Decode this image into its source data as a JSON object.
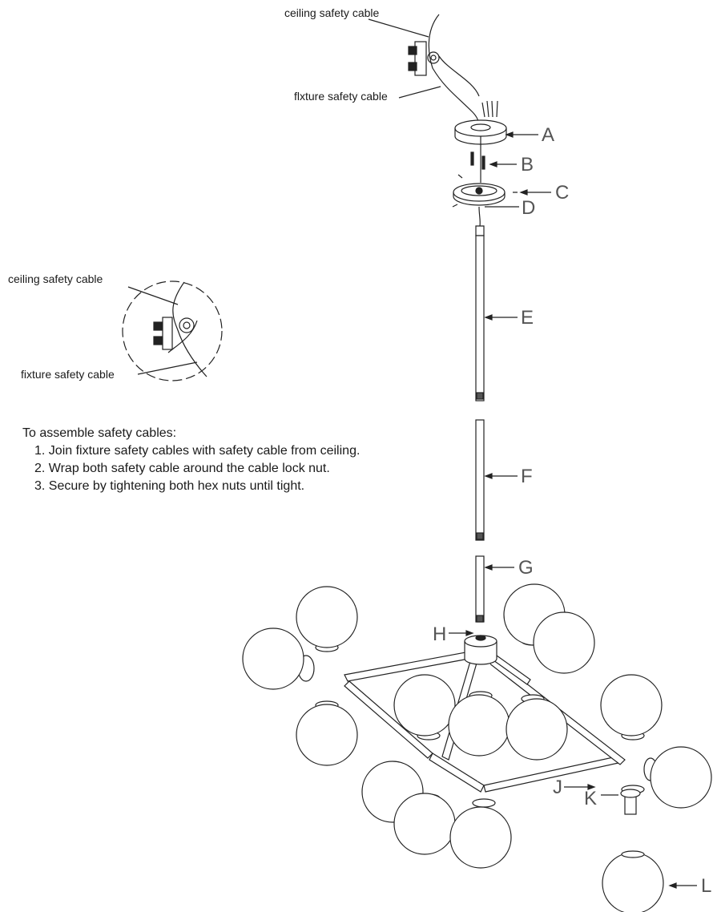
{
  "callouts": {
    "ceiling_safety_cable": "ceiling safety cable",
    "fixture_safety_cable_top": "flxture safety cable",
    "fixture_safety_cable_detail": "fixture safety cable"
  },
  "part_labels": [
    "A",
    "B",
    "C",
    "D",
    "E",
    "F",
    "G",
    "H",
    "J",
    "K",
    "L"
  ],
  "instructions": {
    "heading": "To assemble safety cables:",
    "steps": [
      "1. Join fixture safety cables with safety cable from ceiling.",
      "2. Wrap both safety cable around the cable lock nut.",
      "3. Secure by tightening both hex nuts until tight."
    ]
  },
  "colors": {
    "line": "#222222",
    "label": "#555555"
  }
}
